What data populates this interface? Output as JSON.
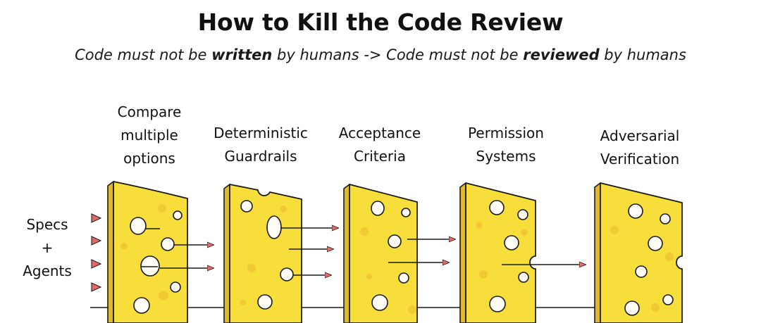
{
  "title": "How to Kill the Code Review",
  "subtitle": {
    "part1": "Code must not be ",
    "bold1": "written",
    "part2": " by humans -> Code must not be ",
    "bold2": "reviewed",
    "part3": " by humans"
  },
  "input_label": {
    "line1": "Specs",
    "line2": "+",
    "line3": "Agents"
  },
  "layers": [
    {
      "line1": "Compare",
      "line2": "multiple",
      "line3": "options"
    },
    {
      "line1": "Deterministic",
      "line2": "Guardrails"
    },
    {
      "line1": "Acceptance",
      "line2": "Criteria"
    },
    {
      "line1": "Permission",
      "line2": "Systems"
    },
    {
      "line1": "Adversarial",
      "line2": "Verification"
    }
  ],
  "colors": {
    "cheese": "#f7de3a",
    "cheese_edge": "#e0b92a",
    "cheese_shadow": "#f0c935",
    "outline": "#1a1a1a",
    "arrow_head": "#e46a6a"
  }
}
